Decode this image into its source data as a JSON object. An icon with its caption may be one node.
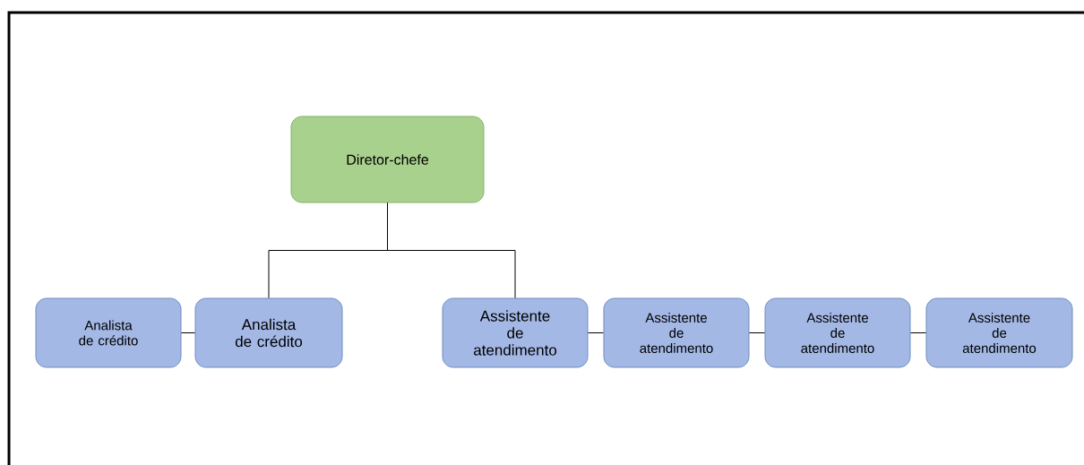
{
  "diagram": {
    "nodes": [
      {
        "text": [
          "Diretor-chefe"
        ]
      },
      {
        "text": [
          "Analista de crédito"
        ]
      },
      {
        "text": [
          "Analista de crédito"
        ]
      },
      {
        "text": [
          "Assistente de atendimento"
        ]
      },
      {
        "text": [
          "Assistente de atendimento"
        ]
      },
      {
        "text": [
          "Assistente de atendimento"
        ]
      },
      {
        "text": [
          "Assistente de atendimento"
        ]
      }
    ],
    "edges": [
      {
        "from": 0,
        "to": 2,
        "arrow": "none"
      },
      {
        "from": 0,
        "to": 3,
        "arrow": "none"
      },
      {
        "from": 1,
        "to": 2,
        "arrow": "none"
      },
      {
        "from": 3,
        "to": 4,
        "arrow": "none"
      },
      {
        "from": 4,
        "to": 5,
        "arrow": "none"
      },
      {
        "from": 5,
        "to": 6,
        "arrow": "none"
      }
    ]
  }
}
